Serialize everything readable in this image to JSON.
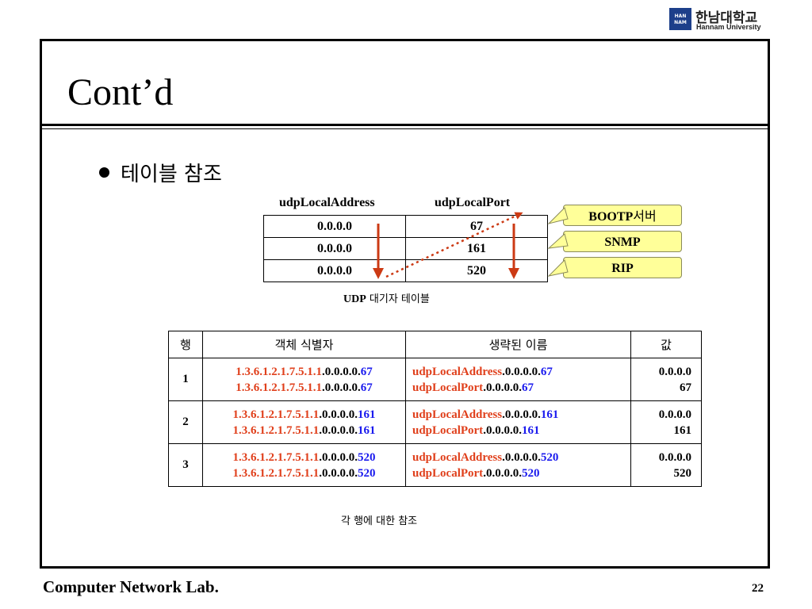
{
  "logo": {
    "korean": "한남대학교",
    "english": "Hannam University",
    "mark": [
      "HAN",
      "NAM"
    ]
  },
  "slide": {
    "title": "Cont’d",
    "bullet": "테이블 참조"
  },
  "udp_table": {
    "headers": [
      "udpLocalAddress",
      "udpLocalPort"
    ],
    "rows": [
      [
        "0.0.0.0",
        "67"
      ],
      [
        "0.0.0.0",
        "161"
      ],
      [
        "0.0.0.0",
        "520"
      ]
    ],
    "caption_en": "UDP",
    "caption_ko": " 대기자 테이블"
  },
  "callouts": [
    {
      "en": "BOOTP",
      "ko": "서버"
    },
    {
      "en": "SNMP",
      "ko": ""
    },
    {
      "en": "RIP",
      "ko": ""
    }
  ],
  "ref_table": {
    "headers": [
      "행",
      "객체 식별자",
      "생략된 이름",
      "값"
    ],
    "oid_prefix": "1.3.6.1.2.1.7.5.1.1",
    "addr_part": ".0.0.0.0.",
    "rows": [
      {
        "row": "1",
        "port": "67",
        "names": [
          "udpLocalAddress",
          "udpLocalPort"
        ],
        "values": [
          "0.0.0.0",
          "67"
        ]
      },
      {
        "row": "2",
        "port": "161",
        "names": [
          "udpLocalAddress",
          "udpLocalPort"
        ],
        "values": [
          "0.0.0.0",
          "161"
        ]
      },
      {
        "row": "3",
        "port": "520",
        "names": [
          "udpLocalAddress",
          "udpLocalPort"
        ],
        "values": [
          "0.0.0.0",
          "520"
        ]
      }
    ],
    "caption": "각 행에 대한 참조"
  },
  "footer": {
    "lab": "Computer Network Lab.",
    "page": "22"
  },
  "colors": {
    "oid_prefix": "#e0401c",
    "port": "#1a1aee",
    "arrow": "#cc3a14",
    "callout_fill": "#ffff99",
    "logo_box": "#1d3f8a"
  },
  "icons": [
    "bullet-dot",
    "logo-mark",
    "down-arrow",
    "dotted-arrow"
  ]
}
